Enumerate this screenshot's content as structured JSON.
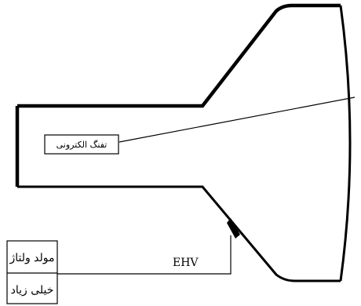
{
  "diagram": {
    "gun_label": "تفنگ الکترونی",
    "voltage_label": "EHV",
    "generator_label_line1": "مولد ولتاژ",
    "generator_label_line2": "خیلی زیاد"
  },
  "colors": {
    "stroke": "#000000",
    "background": "#ffffff"
  }
}
